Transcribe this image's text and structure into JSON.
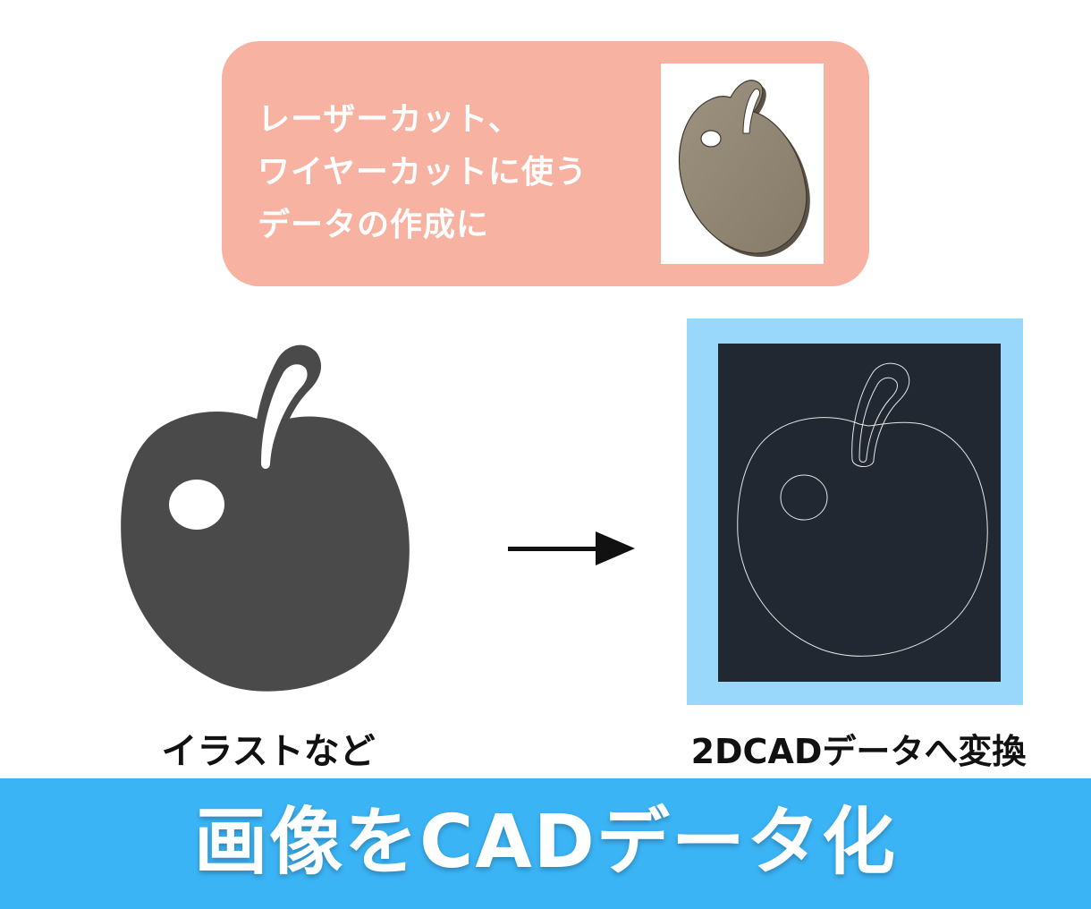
{
  "callout": {
    "lines": [
      "レーザーカット、",
      "ワイヤーカットに使う",
      "データの作成に"
    ],
    "image_icon": "metal-plate-3d-icon"
  },
  "illustration": {
    "icon": "cherry-silhouette-icon"
  },
  "arrow": {
    "icon": "right-arrow-icon"
  },
  "cad": {
    "icon": "cherry-outline-icon"
  },
  "captions": {
    "left": "イラストなど",
    "right": "2DCADデータへ変換"
  },
  "banner": {
    "title": "画像をCADデータ化"
  },
  "colors": {
    "callout_bg": "#f8b2a2",
    "illustration_fill": "#4a4a4a",
    "cad_frame": "#99d8fb",
    "cad_screen": "#222831",
    "banner_bg": "#3bb4f6",
    "plate_fill": "#918674"
  }
}
